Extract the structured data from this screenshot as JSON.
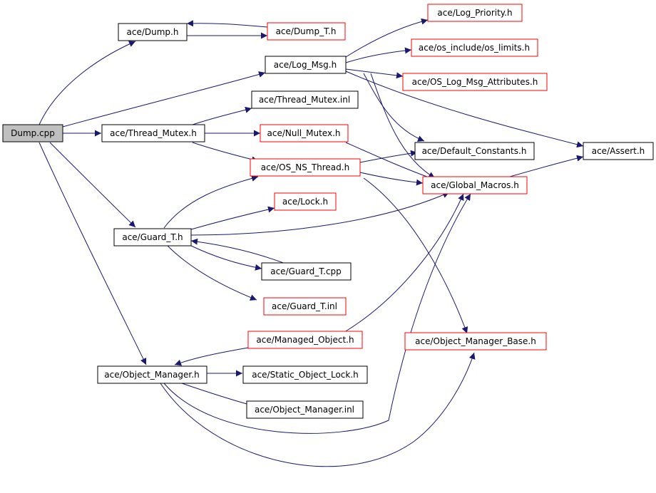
{
  "colors": {
    "edge": "#191970",
    "documented_border": "#000000",
    "undocumented_border": "#ff0000",
    "root_fill": "#bfbfbf",
    "node_fill": "#ffffff"
  },
  "nodes": {
    "dump_cpp": {
      "label": "Dump.cpp",
      "kind": "root"
    },
    "dump_h": {
      "label": "ace/Dump.h",
      "kind": "documented"
    },
    "dump_t_h": {
      "label": "ace/Dump_T.h",
      "kind": "undocumented"
    },
    "log_priority": {
      "label": "ace/Log_Priority.h",
      "kind": "undocumented"
    },
    "log_msg": {
      "label": "ace/Log_Msg.h",
      "kind": "documented"
    },
    "os_limits": {
      "label": "ace/os_include/os_limits.h",
      "kind": "undocumented"
    },
    "os_log_msg_attr": {
      "label": "ace/OS_Log_Msg_Attributes.h",
      "kind": "undocumented"
    },
    "thread_mutex_inl": {
      "label": "ace/Thread_Mutex.inl",
      "kind": "documented"
    },
    "thread_mutex_h": {
      "label": "ace/Thread_Mutex.h",
      "kind": "documented"
    },
    "null_mutex": {
      "label": "ace/Null_Mutex.h",
      "kind": "undocumented"
    },
    "default_constants": {
      "label": "ace/Default_Constants.h",
      "kind": "documented"
    },
    "assert_h": {
      "label": "ace/Assert.h",
      "kind": "documented"
    },
    "os_ns_thread": {
      "label": "ace/OS_NS_Thread.h",
      "kind": "undocumented"
    },
    "global_macros": {
      "label": "ace/Global_Macros.h",
      "kind": "undocumented"
    },
    "lock_h": {
      "label": "ace/Lock.h",
      "kind": "undocumented"
    },
    "guard_t_h": {
      "label": "ace/Guard_T.h",
      "kind": "documented"
    },
    "guard_t_cpp": {
      "label": "ace/Guard_T.cpp",
      "kind": "documented"
    },
    "guard_t_inl": {
      "label": "ace/Guard_T.inl",
      "kind": "undocumented"
    },
    "managed_object": {
      "label": "ace/Managed_Object.h",
      "kind": "undocumented"
    },
    "object_manager_base": {
      "label": "ace/Object_Manager_Base.h",
      "kind": "undocumented"
    },
    "object_manager_h": {
      "label": "ace/Object_Manager.h",
      "kind": "documented"
    },
    "static_object_lock": {
      "label": "ace/Static_Object_Lock.h",
      "kind": "documented"
    },
    "object_manager_inl": {
      "label": "ace/Object_Manager.inl",
      "kind": "documented"
    }
  },
  "edges": [
    [
      "dump_cpp",
      "dump_h"
    ],
    [
      "dump_cpp",
      "log_msg"
    ],
    [
      "dump_cpp",
      "thread_mutex_h"
    ],
    [
      "dump_cpp",
      "guard_t_h"
    ],
    [
      "dump_cpp",
      "object_manager_h"
    ],
    [
      "dump_h",
      "dump_t_h"
    ],
    [
      "dump_t_h",
      "dump_h"
    ],
    [
      "log_msg",
      "log_priority"
    ],
    [
      "log_msg",
      "os_limits"
    ],
    [
      "log_msg",
      "os_log_msg_attr"
    ],
    [
      "log_msg",
      "default_constants"
    ],
    [
      "log_msg",
      "global_macros"
    ],
    [
      "log_msg",
      "assert_h"
    ],
    [
      "thread_mutex_h",
      "thread_mutex_inl"
    ],
    [
      "thread_mutex_h",
      "null_mutex"
    ],
    [
      "thread_mutex_h",
      "os_ns_thread"
    ],
    [
      "null_mutex",
      "global_macros"
    ],
    [
      "os_ns_thread",
      "default_constants"
    ],
    [
      "os_ns_thread",
      "global_macros"
    ],
    [
      "os_ns_thread",
      "object_manager_base"
    ],
    [
      "global_macros",
      "assert_h"
    ],
    [
      "guard_t_h",
      "os_ns_thread"
    ],
    [
      "guard_t_h",
      "lock_h"
    ],
    [
      "guard_t_h",
      "global_macros"
    ],
    [
      "guard_t_h",
      "guard_t_cpp"
    ],
    [
      "guard_t_h",
      "guard_t_inl"
    ],
    [
      "guard_t_cpp",
      "guard_t_h"
    ],
    [
      "managed_object",
      "object_manager_h"
    ],
    [
      "managed_object",
      "global_macros"
    ],
    [
      "object_manager_h",
      "static_object_lock"
    ],
    [
      "object_manager_h",
      "object_manager_inl"
    ],
    [
      "object_manager_h",
      "global_macros"
    ],
    [
      "object_manager_h",
      "object_manager_base"
    ]
  ]
}
